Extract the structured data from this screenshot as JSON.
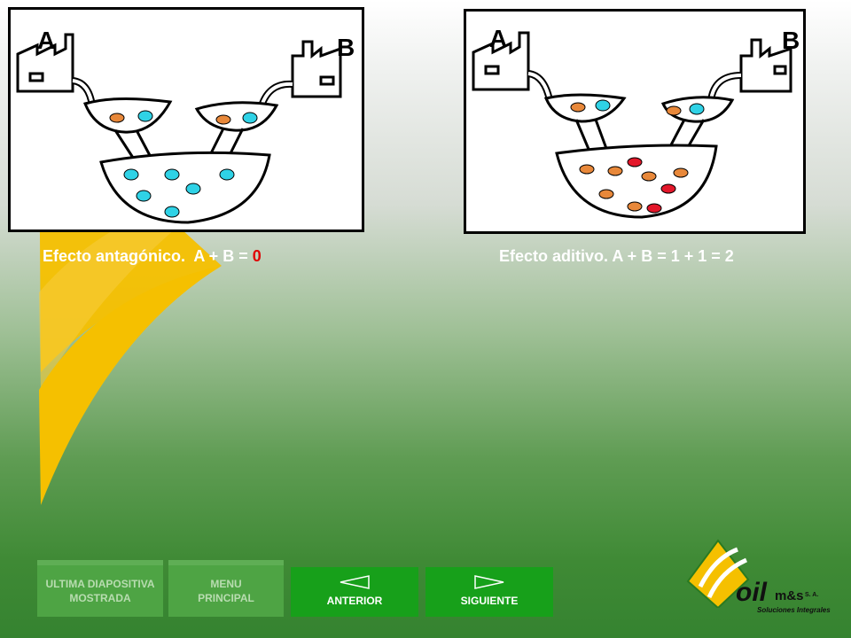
{
  "slide": {
    "caption_left": {
      "text": "Efecto antagónico.  A + B = ",
      "value": "0"
    },
    "caption_right": {
      "text": "Efecto aditivo.  A + B = 1 + 1 = 2"
    },
    "label_a": "A",
    "label_b": "B"
  },
  "nav": {
    "last_line1": "ULTIMA DIAPOSITIVA",
    "last_line2": "MOSTRADA",
    "menu_line1": "MENU",
    "menu_line2": "PRINCIPAL",
    "prev": "ANTERIOR",
    "next": "SIGUIENTE"
  },
  "logo": {
    "brand": "oil",
    "suffix": "m&s",
    "sa": "S. A.",
    "tagline": "Soluciones Integrales"
  },
  "colors": {
    "accent_yellow": "#f5c000",
    "nav_green": "#17a01a",
    "fish_cyan": "#2fd2e6",
    "fish_orange": "#e8883a",
    "fish_red": "#e3172a"
  }
}
